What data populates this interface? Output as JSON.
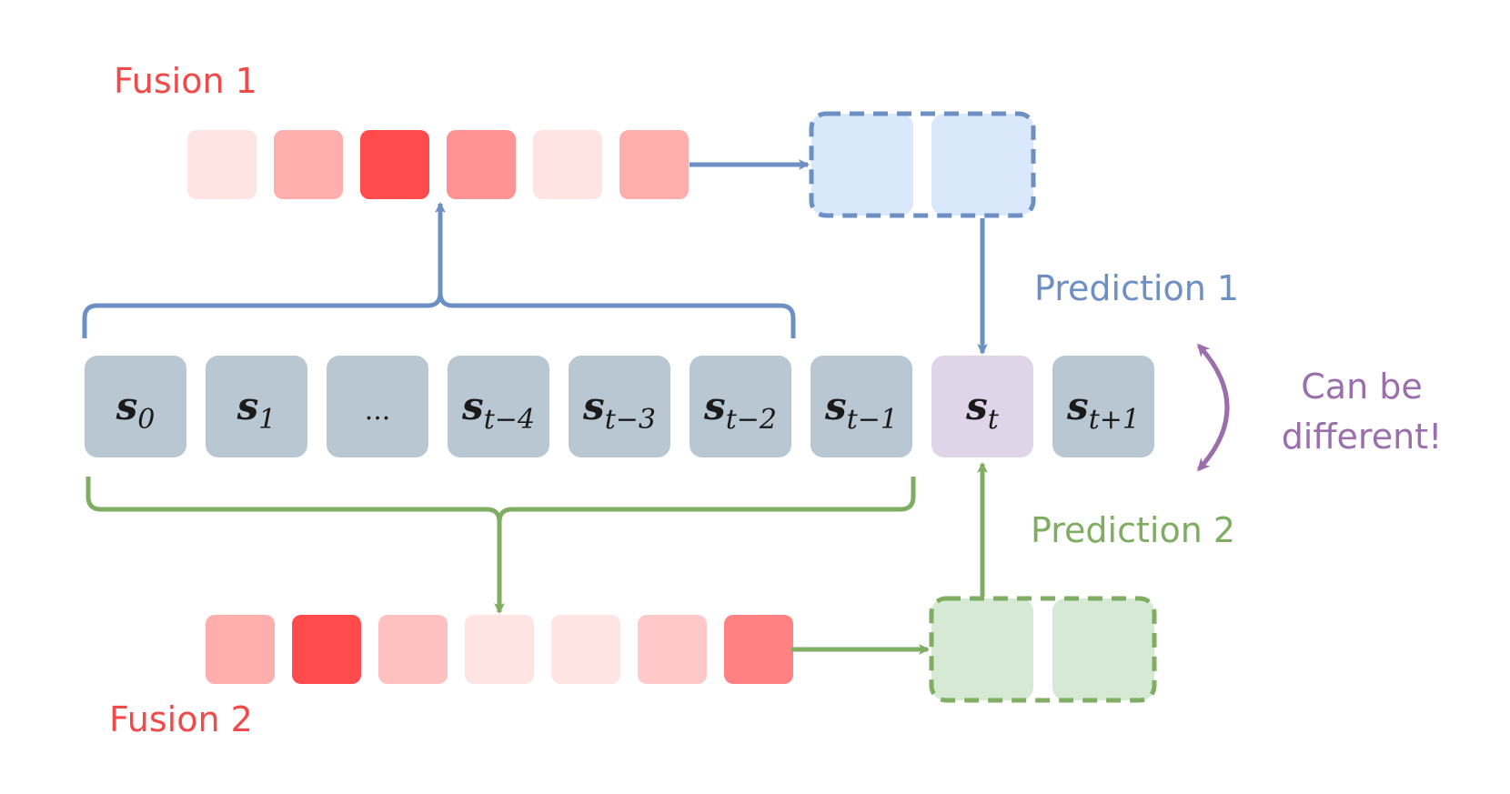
{
  "labels": {
    "fusion1": "Fusion 1",
    "fusion2": "Fusion 2",
    "prediction1": "Prediction 1",
    "prediction2": "Prediction 2",
    "note_line1": "Can be",
    "note_line2": "different!"
  },
  "states": [
    {
      "base": "s",
      "sub": "0"
    },
    {
      "base": "s",
      "sub": "1"
    },
    {
      "base": "...",
      "sub": ""
    },
    {
      "base": "s",
      "sub": "t−4"
    },
    {
      "base": "s",
      "sub": "t−3"
    },
    {
      "base": "s",
      "sub": "t−2"
    },
    {
      "base": "s",
      "sub": "t−1"
    },
    {
      "base": "s",
      "sub": "t"
    },
    {
      "base": "s",
      "sub": "t+1"
    }
  ],
  "fusion1_weights": [
    0.15,
    0.45,
    1.0,
    0.6,
    0.15,
    0.45
  ],
  "fusion2_weights": [
    0.45,
    1.0,
    0.35,
    0.15,
    0.15,
    0.3,
    0.7
  ],
  "colors": {
    "state_fill": "#b9c7d3",
    "target_fill": "#e0d4e8",
    "fusion_red": "#ff4b4b",
    "fusion_label": "#f04a4a",
    "blue": "#6d8fc4",
    "blue_box_fill": "#dae8fb",
    "green": "#7fad62",
    "green_box_fill": "#d6e9d4",
    "purple": "#9a6fac",
    "text_dark": "#1a1a1a"
  }
}
